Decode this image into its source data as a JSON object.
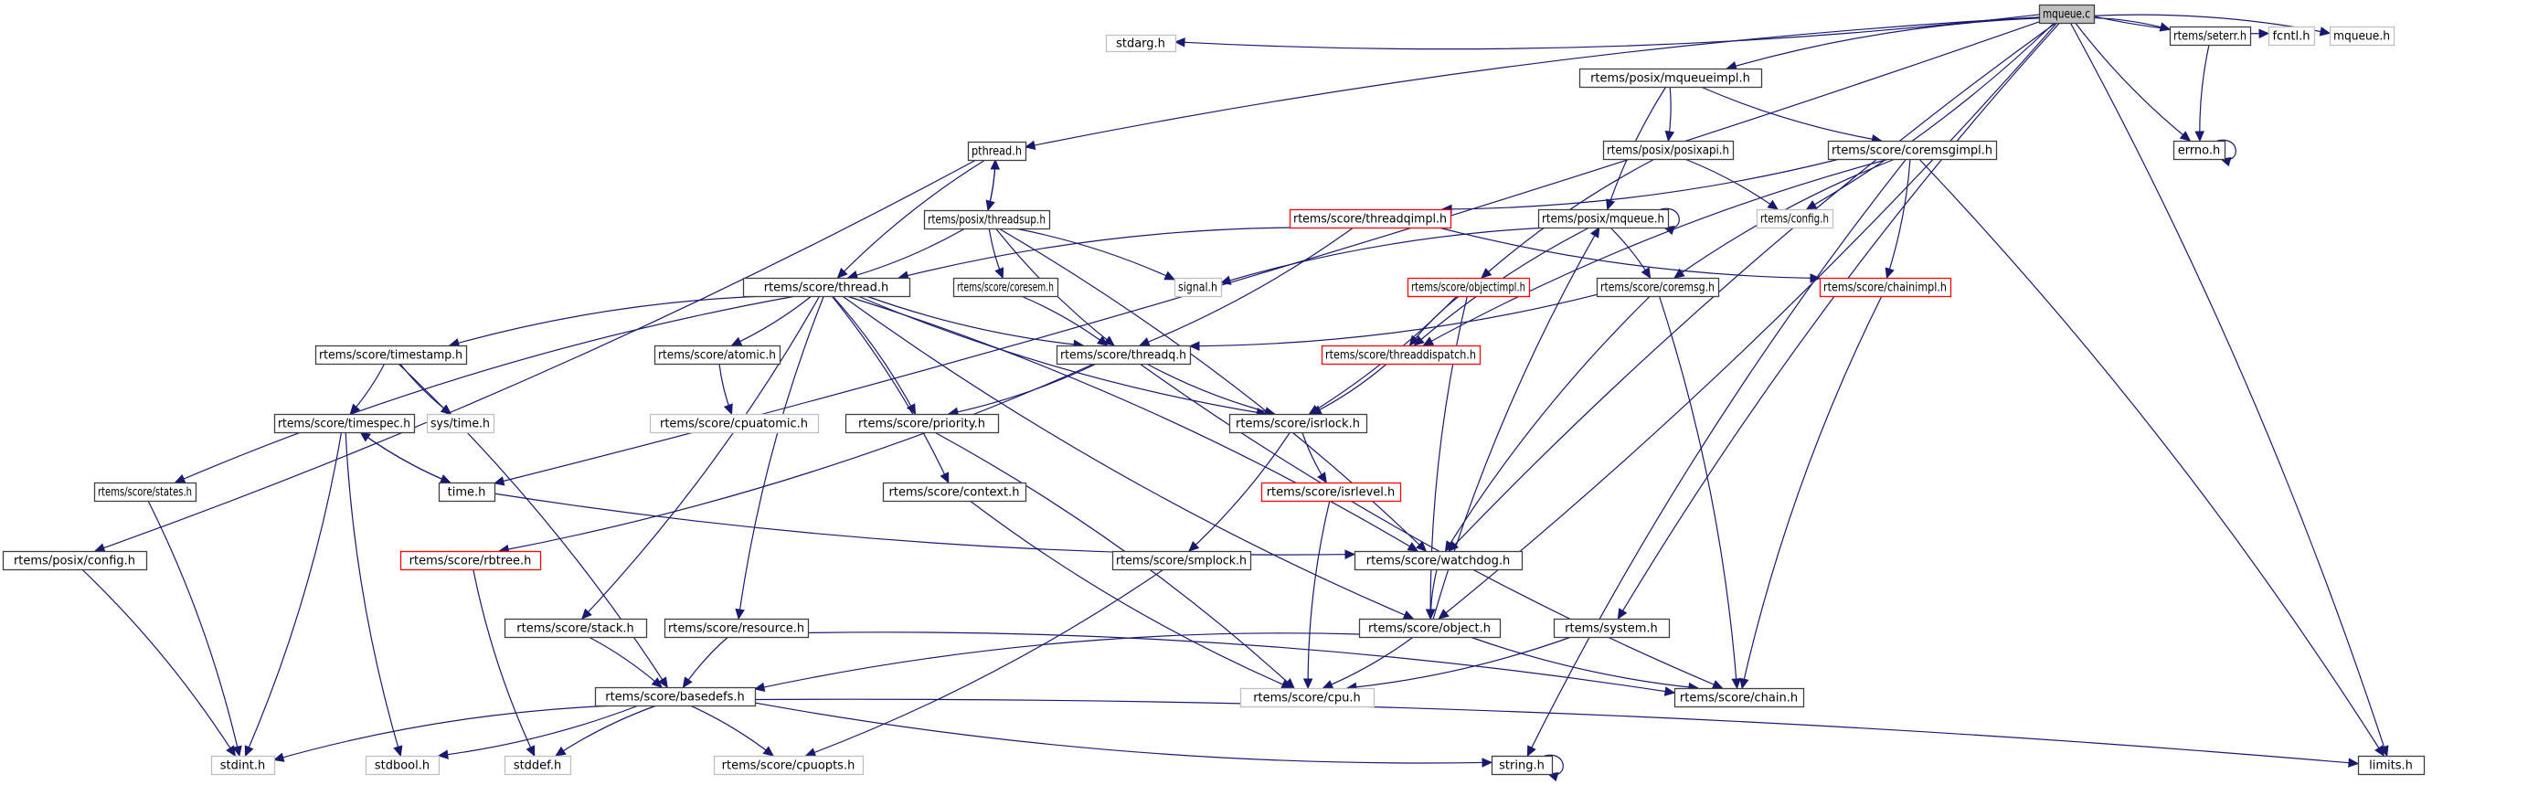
{
  "title": "mqueue.c",
  "diagram_type": "include dependency graph",
  "legend_colors": {
    "edge": "#191970",
    "root_fill": "#bfbfbf",
    "normal_border": "#404040",
    "external_border": "#bfbfbf",
    "truncated_border": "#ff0000"
  },
  "nodes": [
    {
      "id": "mqueue_c",
      "label": "mqueue.c",
      "kind": "root"
    },
    {
      "id": "stdarg_h",
      "label": "stdarg.h",
      "kind": "external"
    },
    {
      "id": "mqueueimpl_h",
      "label": "rtems/posix/mqueueimpl.h",
      "kind": "normal"
    },
    {
      "id": "seterr_h",
      "label": "rtems/seterr.h",
      "kind": "normal"
    },
    {
      "id": "fcntl_h",
      "label": "fcntl.h",
      "kind": "external"
    },
    {
      "id": "mqueue_h",
      "label": "mqueue.h",
      "kind": "external"
    },
    {
      "id": "pthread_h",
      "label": "pthread.h",
      "kind": "normal"
    },
    {
      "id": "posixapi_h",
      "label": "rtems/posix/posixapi.h",
      "kind": "normal"
    },
    {
      "id": "coremsgimpl_h",
      "label": "rtems/score/coremsgimpl.h",
      "kind": "normal"
    },
    {
      "id": "errno_h",
      "label": "errno.h",
      "kind": "normal"
    },
    {
      "id": "threadsup_h",
      "label": "rtems/posix/threadsup.h",
      "kind": "normal"
    },
    {
      "id": "threadqimpl_h",
      "label": "rtems/score/threadqimpl.h",
      "kind": "truncated"
    },
    {
      "id": "posix_mqueue_h",
      "label": "rtems/posix/mqueue.h",
      "kind": "normal"
    },
    {
      "id": "config_h",
      "label": "rtems/config.h",
      "kind": "external"
    },
    {
      "id": "thread_h",
      "label": "rtems/score/thread.h",
      "kind": "normal"
    },
    {
      "id": "coresem_h",
      "label": "rtems/score/coresem.h",
      "kind": "normal"
    },
    {
      "id": "signal_h",
      "label": "signal.h",
      "kind": "external"
    },
    {
      "id": "objectimpl_h",
      "label": "rtems/score/objectimpl.h",
      "kind": "truncated"
    },
    {
      "id": "coremsg_h",
      "label": "rtems/score/coremsg.h",
      "kind": "normal"
    },
    {
      "id": "chainimpl_h",
      "label": "rtems/score/chainimpl.h",
      "kind": "truncated"
    },
    {
      "id": "timestamp_h",
      "label": "rtems/score/timestamp.h",
      "kind": "normal"
    },
    {
      "id": "atomic_h",
      "label": "rtems/score/atomic.h",
      "kind": "normal"
    },
    {
      "id": "threadq_h",
      "label": "rtems/score/threadq.h",
      "kind": "normal"
    },
    {
      "id": "threaddispatch_h",
      "label": "rtems/score/threaddispatch.h",
      "kind": "truncated"
    },
    {
      "id": "timespec_h",
      "label": "rtems/score/timespec.h",
      "kind": "normal"
    },
    {
      "id": "systime_h",
      "label": "sys/time.h",
      "kind": "external"
    },
    {
      "id": "cpuatomic_h",
      "label": "rtems/score/cpuatomic.h",
      "kind": "external"
    },
    {
      "id": "priority_h",
      "label": "rtems/score/priority.h",
      "kind": "normal"
    },
    {
      "id": "isrlock_h",
      "label": "rtems/score/isrlock.h",
      "kind": "normal"
    },
    {
      "id": "states_h",
      "label": "rtems/score/states.h",
      "kind": "normal"
    },
    {
      "id": "time_h",
      "label": "time.h",
      "kind": "normal"
    },
    {
      "id": "context_h",
      "label": "rtems/score/context.h",
      "kind": "normal"
    },
    {
      "id": "isrlevel_h",
      "label": "rtems/score/isrlevel.h",
      "kind": "truncated"
    },
    {
      "id": "posix_config_h",
      "label": "rtems/posix/config.h",
      "kind": "normal"
    },
    {
      "id": "rbtree_h",
      "label": "rtems/score/rbtree.h",
      "kind": "truncated"
    },
    {
      "id": "smplock_h",
      "label": "rtems/score/smplock.h",
      "kind": "normal"
    },
    {
      "id": "watchdog_h",
      "label": "rtems/score/watchdog.h",
      "kind": "normal"
    },
    {
      "id": "stack_h",
      "label": "rtems/score/stack.h",
      "kind": "normal"
    },
    {
      "id": "resource_h",
      "label": "rtems/score/resource.h",
      "kind": "normal"
    },
    {
      "id": "object_h",
      "label": "rtems/score/object.h",
      "kind": "normal"
    },
    {
      "id": "system_h",
      "label": "rtems/system.h",
      "kind": "normal"
    },
    {
      "id": "basedefs_h",
      "label": "rtems/score/basedefs.h",
      "kind": "normal"
    },
    {
      "id": "cpu_h",
      "label": "rtems/score/cpu.h",
      "kind": "external"
    },
    {
      "id": "chain_h",
      "label": "rtems/score/chain.h",
      "kind": "normal"
    },
    {
      "id": "stdint_h",
      "label": "stdint.h",
      "kind": "external"
    },
    {
      "id": "stdbool_h",
      "label": "stdbool.h",
      "kind": "external"
    },
    {
      "id": "stddef_h",
      "label": "stddef.h",
      "kind": "external"
    },
    {
      "id": "cpuopts_h",
      "label": "rtems/score/cpuopts.h",
      "kind": "external"
    },
    {
      "id": "string_h",
      "label": "string.h",
      "kind": "normal"
    },
    {
      "id": "limits_h",
      "label": "limits.h",
      "kind": "normal"
    }
  ],
  "edges": [
    [
      "mqueue_c",
      "stdarg_h"
    ],
    [
      "mqueue_c",
      "pthread_h"
    ],
    [
      "mqueue_c",
      "time_h"
    ],
    [
      "mqueue_c",
      "mqueueimpl_h"
    ],
    [
      "mqueue_c",
      "config_h"
    ],
    [
      "mqueue_c",
      "watchdog_h"
    ],
    [
      "mqueue_c",
      "object_h"
    ],
    [
      "mqueue_c",
      "system_h"
    ],
    [
      "mqueue_c",
      "limits_h"
    ],
    [
      "mqueue_c",
      "errno_h"
    ],
    [
      "mqueue_c",
      "seterr_h"
    ],
    [
      "mqueue_c",
      "fcntl_h"
    ],
    [
      "mqueue_c",
      "mqueue_h"
    ],
    [
      "seterr_h",
      "errno_h"
    ],
    [
      "errno_h",
      "errno_h"
    ],
    [
      "mqueueimpl_h",
      "posix_mqueue_h"
    ],
    [
      "mqueueimpl_h",
      "posixapi_h"
    ],
    [
      "mqueueimpl_h",
      "coremsgimpl_h"
    ],
    [
      "posixapi_h",
      "config_h"
    ],
    [
      "posixapi_h",
      "objectimpl_h"
    ],
    [
      "coremsgimpl_h",
      "threadqimpl_h"
    ],
    [
      "coremsgimpl_h",
      "coremsg_h"
    ],
    [
      "coremsgimpl_h",
      "chainimpl_h"
    ],
    [
      "coremsgimpl_h",
      "threaddispatch_h"
    ],
    [
      "coremsgimpl_h",
      "limits_h"
    ],
    [
      "coremsgimpl_h",
      "string_h"
    ],
    [
      "pthread_h",
      "threadsup_h"
    ],
    [
      "pthread_h",
      "thread_h"
    ],
    [
      "pthread_h",
      "posix_config_h"
    ],
    [
      "threadsup_h",
      "pthread_h"
    ],
    [
      "threadsup_h",
      "thread_h"
    ],
    [
      "threadsup_h",
      "coresem_h"
    ],
    [
      "threadsup_h",
      "signal_h"
    ],
    [
      "threadsup_h",
      "threadq_h"
    ],
    [
      "threadsup_h",
      "watchdog_h"
    ],
    [
      "threadqimpl_h",
      "thread_h"
    ],
    [
      "threadqimpl_h",
      "threadq_h"
    ],
    [
      "threadqimpl_h",
      "chainimpl_h"
    ],
    [
      "posix_mqueue_h",
      "posix_mqueue_h"
    ],
    [
      "posix_mqueue_h",
      "signal_h"
    ],
    [
      "posix_mqueue_h",
      "coremsg_h"
    ],
    [
      "posix_mqueue_h",
      "threaddispatch_h"
    ],
    [
      "object_h",
      "posix_mqueue_h"
    ],
    [
      "thread_h",
      "timestamp_h"
    ],
    [
      "thread_h",
      "atomic_h"
    ],
    [
      "thread_h",
      "threadq_h"
    ],
    [
      "thread_h",
      "priority_h"
    ],
    [
      "thread_h",
      "isrlock_h"
    ],
    [
      "thread_h",
      "context_h"
    ],
    [
      "thread_h",
      "states_h"
    ],
    [
      "thread_h",
      "stack_h"
    ],
    [
      "thread_h",
      "resource_h"
    ],
    [
      "thread_h",
      "watchdog_h"
    ],
    [
      "thread_h",
      "object_h"
    ],
    [
      "coresem_h",
      "threadq_h"
    ],
    [
      "objectimpl_h",
      "threaddispatch_h"
    ],
    [
      "objectimpl_h",
      "isrlock_h"
    ],
    [
      "objectimpl_h",
      "object_h"
    ],
    [
      "coremsg_h",
      "threadq_h"
    ],
    [
      "coremsg_h",
      "watchdog_h"
    ],
    [
      "coremsg_h",
      "chain_h"
    ],
    [
      "chainimpl_h",
      "chain_h"
    ],
    [
      "timestamp_h",
      "timespec_h"
    ],
    [
      "timestamp_h",
      "systime_h"
    ],
    [
      "timestamp_h",
      "basedefs_h"
    ],
    [
      "atomic_h",
      "cpuatomic_h"
    ],
    [
      "threadq_h",
      "priority_h"
    ],
    [
      "threadq_h",
      "isrlock_h"
    ],
    [
      "threadq_h",
      "rbtree_h"
    ],
    [
      "threadq_h",
      "chain_h"
    ],
    [
      "threaddispatch_h",
      "isrlock_h"
    ],
    [
      "timespec_h",
      "time_h"
    ],
    [
      "timespec_h",
      "stdint_h"
    ],
    [
      "timespec_h",
      "stdbool_h"
    ],
    [
      "time_h",
      "timespec_h"
    ],
    [
      "time_h",
      "watchdog_h"
    ],
    [
      "priority_h",
      "cpu_h"
    ],
    [
      "isrlock_h",
      "isrlevel_h"
    ],
    [
      "isrlock_h",
      "smplock_h"
    ],
    [
      "context_h",
      "cpu_h"
    ],
    [
      "states_h",
      "stdint_h"
    ],
    [
      "isrlevel_h",
      "cpu_h"
    ],
    [
      "posix_config_h",
      "stdint_h"
    ],
    [
      "rbtree_h",
      "stddef_h"
    ],
    [
      "smplock_h",
      "cpuopts_h"
    ],
    [
      "watchdog_h",
      "object_h"
    ],
    [
      "stack_h",
      "basedefs_h"
    ],
    [
      "resource_h",
      "basedefs_h"
    ],
    [
      "resource_h",
      "chain_h"
    ],
    [
      "object_h",
      "basedefs_h"
    ],
    [
      "object_h",
      "cpu_h"
    ],
    [
      "object_h",
      "chain_h"
    ],
    [
      "system_h",
      "cpu_h"
    ],
    [
      "basedefs_h",
      "stdint_h"
    ],
    [
      "basedefs_h",
      "stdbool_h"
    ],
    [
      "basedefs_h",
      "stddef_h"
    ],
    [
      "basedefs_h",
      "cpuopts_h"
    ],
    [
      "basedefs_h",
      "string_h"
    ],
    [
      "basedefs_h",
      "limits_h"
    ],
    [
      "string_h",
      "string_h"
    ]
  ]
}
